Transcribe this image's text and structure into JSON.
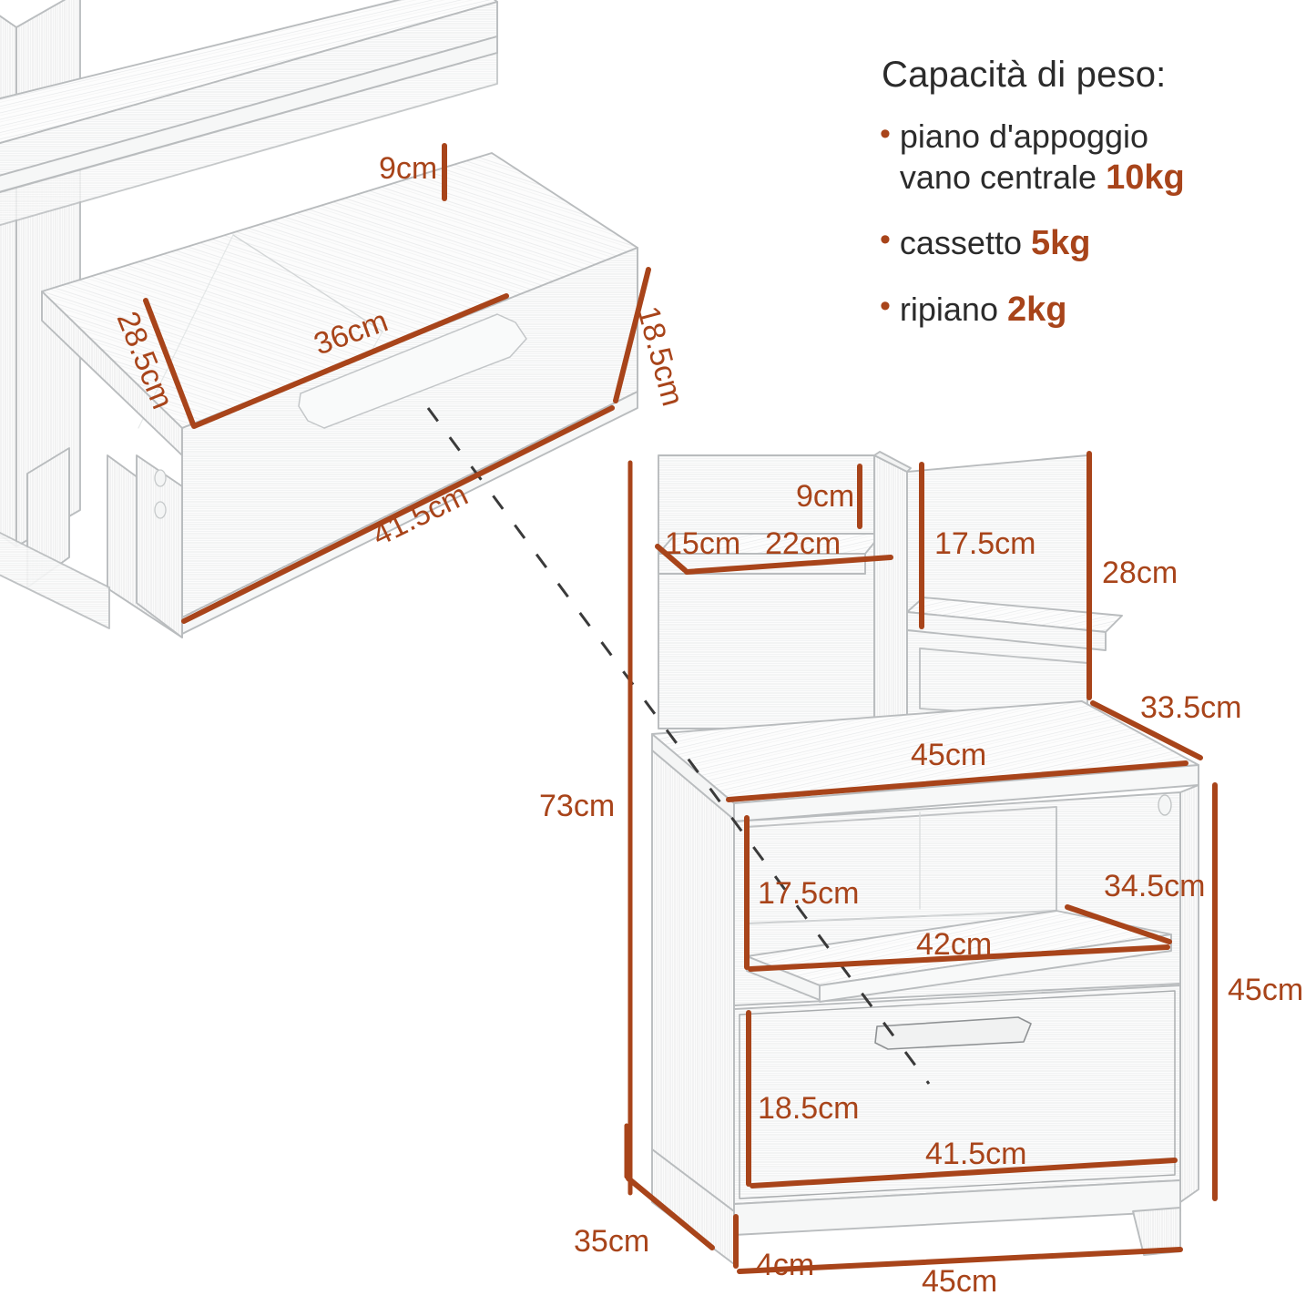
{
  "accent_color": "#A8441A",
  "text_color": "#2b2b2b",
  "line_color": "#b9bcbe",
  "capacity": {
    "title": "Capacità di peso:",
    "bullet": "•",
    "items": [
      {
        "label_line1": "piano d'appoggio",
        "label_line2": "vano centrale",
        "value": "10kg"
      },
      {
        "label_line1": "cassetto",
        "label_line2": "",
        "value": "5kg"
      },
      {
        "label_line1": "ripiano",
        "label_line2": "",
        "value": "2kg"
      }
    ]
  },
  "drawer_detail": {
    "view_name": "open-drawer-detail",
    "dims": {
      "inner_depth": "9cm",
      "inner_left": "28.5cm",
      "inner_width": "36cm",
      "side_height": "18.5cm",
      "overall_width": "41.5cm"
    }
  },
  "cabinet": {
    "view_name": "full-cabinet",
    "dims": {
      "total_height": "73cm",
      "hutch_shelf_gap": "9cm",
      "hutch_shelf_depth": "15cm",
      "hutch_shelf_width": "22cm",
      "hutch_right_opening": "17.5cm",
      "hutch_height": "28cm",
      "top_depth": "33.5cm",
      "top_width": "45cm",
      "open_shelf_height": "17.5cm",
      "shelf_depth": "34.5cm",
      "shelf_width": "42cm",
      "drawer_height": "18.5cm",
      "drawer_width": "41.5cm",
      "body_height": "45cm",
      "base_depth": "35cm",
      "leg_height": "4cm",
      "base_width": "45cm"
    }
  }
}
